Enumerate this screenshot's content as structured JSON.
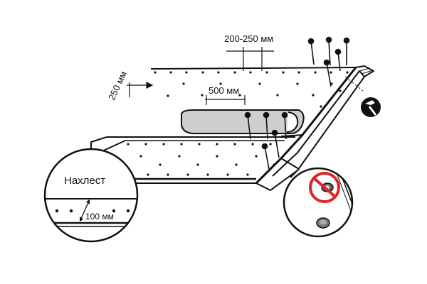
{
  "labels": {
    "nail_spacing": "200-250 мм",
    "edge_distance": "250 мм",
    "roll_spacing": "500 мм",
    "overlap_title": "Нахлест",
    "overlap_width": "100 мм"
  },
  "colors": {
    "line": "#111111",
    "fold_fill": "#cfcfcf",
    "prohibit": "#e02424",
    "hammer_bg": "#111111",
    "hammer_fg": "#ffffff"
  },
  "icons": [
    "hammer-icon",
    "prohibited-nail-icon",
    "correct-nail-icon",
    "nail-icon"
  ]
}
